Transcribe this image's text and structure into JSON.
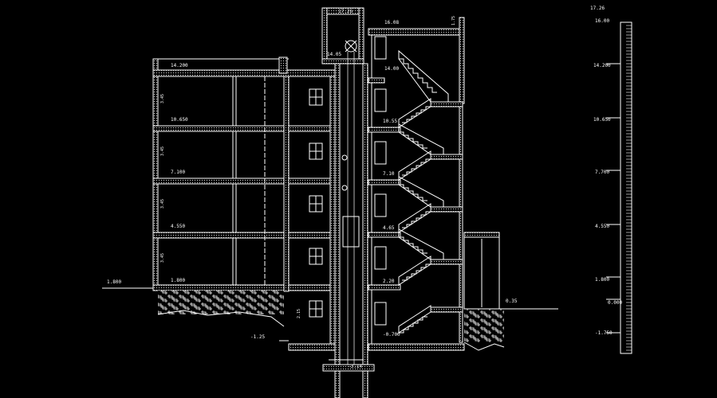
{
  "left_section": {
    "roof_level": "14.200",
    "floor_levels": [
      "10.650",
      "7.100",
      "4.550",
      "1.800"
    ],
    "ground_level": "1.800",
    "basement_level": "-1.25",
    "floor_height_dims": [
      "3.45",
      "3.45",
      "3.45",
      "3.45"
    ],
    "basement_dim": "2.15"
  },
  "shaft": {
    "top_level": "17.26",
    "machine_room_level": "14.05",
    "pit_level": "-3.14"
  },
  "stair_section": {
    "top_dim": "16.08",
    "top_right_dim": "1.75",
    "landing_levels": [
      "14.00",
      "10.55",
      "7.10",
      "4.65",
      "2.20",
      "-0.700"
    ],
    "right_level": "0.35"
  },
  "scale_bar": {
    "levels": [
      "17.26",
      "16.00",
      "14.200",
      "10.650",
      "7.700",
      "4.550",
      "1.800",
      "0.000",
      "-1.750"
    ]
  },
  "colors": {
    "background": "#000000",
    "lines": "#ffffff",
    "hatch": "#bdbdbd",
    "accent": "#00c8ff"
  }
}
